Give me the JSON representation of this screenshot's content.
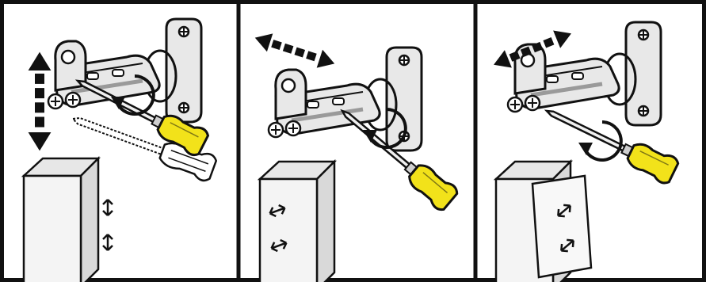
{
  "figure": {
    "panel_count": 3,
    "colors": {
      "line": "#111111",
      "background": "#ffffff",
      "screwdriver_handle": "#f2e21a",
      "hinge_metal": "#e8e8e8",
      "hinge_shade": "#9a9a9a",
      "cabinet_front": "#f4f4f4",
      "cabinet_side": "#d9d9d9",
      "cabinet_top": "#e7e7e7"
    },
    "panels": [
      {
        "adjustment": "vertical",
        "motion_arrow_icon": "double-arrow-vertical-icon",
        "rotation_icon": "rotate-arrow-icon",
        "door_arrows": [
          "up-down-arrow-icon",
          "up-down-arrow-icon"
        ]
      },
      {
        "adjustment": "depth",
        "motion_arrow_icon": "double-arrow-horizontal-icon",
        "rotation_icon": "rotate-arrow-icon",
        "door_arrows": [
          "left-right-arrow-icon",
          "left-right-arrow-icon"
        ]
      },
      {
        "adjustment": "side",
        "motion_arrow_icon": "double-arrow-diagonal-icon",
        "rotation_icon": "rotate-arrow-icon",
        "door_arrows": [
          "diagonal-arrow-icon",
          "diagonal-arrow-icon"
        ]
      }
    ]
  }
}
